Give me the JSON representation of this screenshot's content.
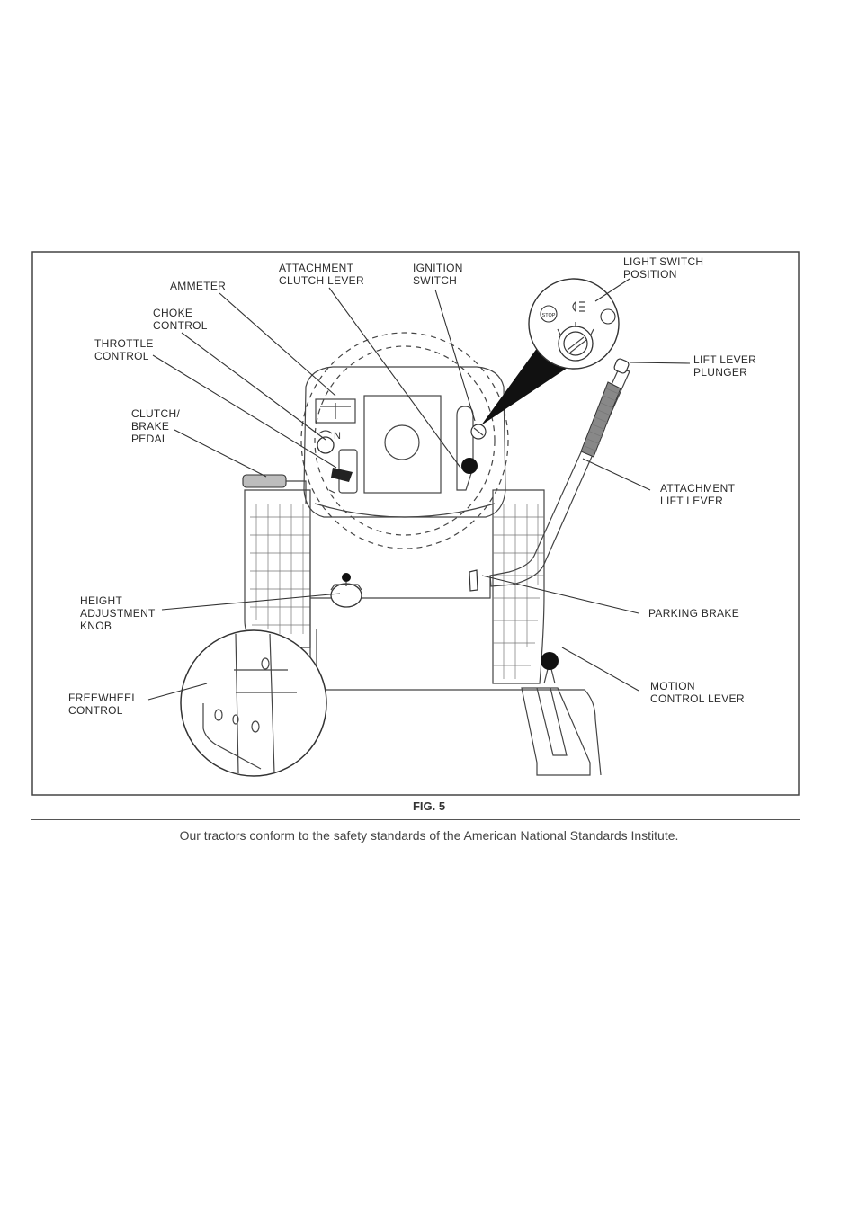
{
  "figure": {
    "labels": {
      "ammeter": [
        "AMMETER"
      ],
      "attachment_clutch_lever": [
        "ATTACHMENT",
        "CLUTCH LEVER"
      ],
      "ignition_switch": [
        "IGNITION",
        "SWITCH"
      ],
      "light_switch_position": [
        "LIGHT SWITCH",
        "POSITION"
      ],
      "choke_control": [
        "CHOKE",
        "CONTROL"
      ],
      "throttle_control": [
        "THROTTLE",
        "CONTROL"
      ],
      "lift_lever_plunger": [
        "LIFT LEVER",
        "PLUNGER"
      ],
      "clutch_brake_pedal": [
        "CLUTCH/",
        "BRAKE",
        "PEDAL"
      ],
      "attachment_lift_lever": [
        "ATTACHMENT",
        "LIFT LEVER"
      ],
      "height_adjustment_knob": [
        "HEIGHT",
        "ADJUSTMENT",
        "KNOB"
      ],
      "parking_brake": [
        "PARKING BRAKE"
      ],
      "motion_control_lever": [
        "MOTION",
        "CONTROL LEVER"
      ],
      "freewheel_control": [
        "FREEWHEEL",
        "CONTROL"
      ]
    },
    "switch_markings": {
      "stop": "STOP"
    },
    "panel_marking": "N",
    "fig_label": "FIG. 5"
  },
  "footer": {
    "note": "Our tractors conform to the safety standards of the American National Standards Institute."
  }
}
